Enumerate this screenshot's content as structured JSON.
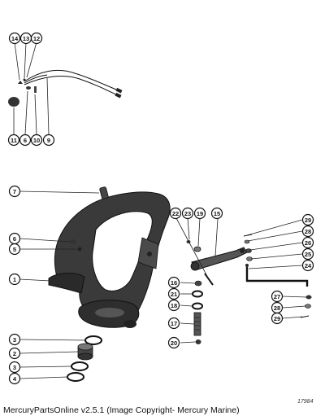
{
  "footer": {
    "text": "MercuryPartsOnline v2.5.1 (Image Copyright- Mercury Marine)"
  },
  "figure_number": "17984",
  "callouts": [
    {
      "id": "c14",
      "label": "14"
    },
    {
      "id": "c13",
      "label": "13"
    },
    {
      "id": "c12",
      "label": "12"
    },
    {
      "id": "c11",
      "label": "11"
    },
    {
      "id": "c6a",
      "label": "6"
    },
    {
      "id": "c10",
      "label": "10"
    },
    {
      "id": "c9",
      "label": "9"
    },
    {
      "id": "c7",
      "label": "7"
    },
    {
      "id": "c6b",
      "label": "6"
    },
    {
      "id": "c5",
      "label": "5"
    },
    {
      "id": "c1",
      "label": "1"
    },
    {
      "id": "c3a",
      "label": "3"
    },
    {
      "id": "c2",
      "label": "2"
    },
    {
      "id": "c3b",
      "label": "3"
    },
    {
      "id": "c4",
      "label": "4"
    },
    {
      "id": "c22",
      "label": "22"
    },
    {
      "id": "c23",
      "label": "23"
    },
    {
      "id": "c19",
      "label": "19"
    },
    {
      "id": "c15",
      "label": "15"
    },
    {
      "id": "c16",
      "label": "16"
    },
    {
      "id": "c21",
      "label": "21"
    },
    {
      "id": "c18",
      "label": "18"
    },
    {
      "id": "c17",
      "label": "17"
    },
    {
      "id": "c20",
      "label": "20"
    },
    {
      "id": "c29a",
      "label": "29"
    },
    {
      "id": "c28a",
      "label": "28"
    },
    {
      "id": "c26",
      "label": "26"
    },
    {
      "id": "c25",
      "label": "25"
    },
    {
      "id": "c24",
      "label": "24"
    },
    {
      "id": "c27",
      "label": "27"
    },
    {
      "id": "c28b",
      "label": "28"
    },
    {
      "id": "c29b",
      "label": "29"
    }
  ]
}
